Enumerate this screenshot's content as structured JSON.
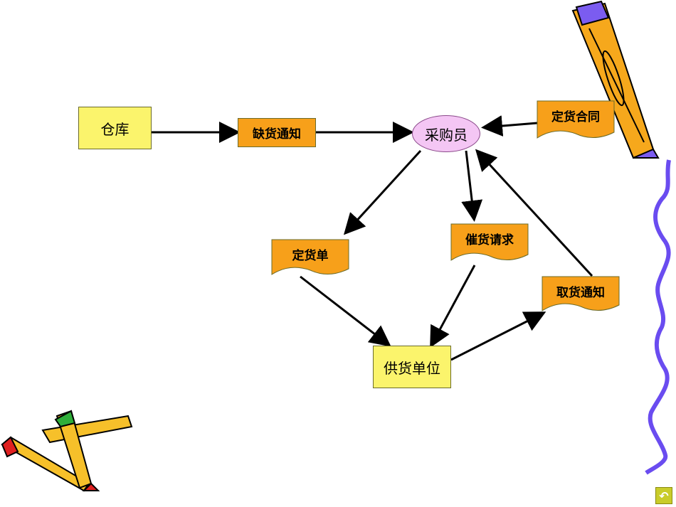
{
  "nodes": {
    "warehouse": "仓库",
    "buyer": "采购员",
    "supplier": "供货单位"
  },
  "documents": {
    "shortage_notice": "缺货通知",
    "order_contract": "定货合同",
    "order_form": "定货单",
    "reminder_request": "催货请求",
    "pickup_notice": "取货通知"
  },
  "nav": {
    "return_icon": "return-arrow-icon"
  },
  "colors": {
    "entity_fill": "#fbf46c",
    "document_fill": "#f7a01a",
    "buyer_fill": "#f4c6f4",
    "decor_line": "#6a4cf0"
  }
}
